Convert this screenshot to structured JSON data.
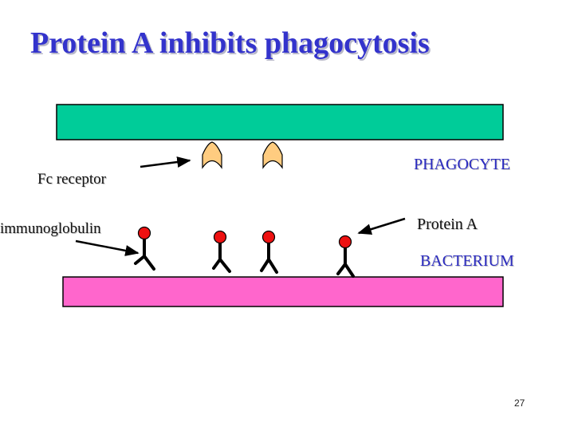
{
  "title": "Protein A inhibits phagocytosis",
  "labels": {
    "fc_receptor": "Fc receptor",
    "immunoglobulin": "immunoglobulin",
    "phagocyte": "PHAGOCYTE",
    "protein_a": "Protein A",
    "bacterium": "BACTERIUM"
  },
  "slide_number": "27",
  "colors": {
    "title": "#3333cc",
    "phagocyte": "#00cc99",
    "bacterium": "#ff66cc",
    "fc_receptor": "#ffcc80",
    "protein_a": "#ee1111",
    "label_blue": "#2a2ac0"
  }
}
